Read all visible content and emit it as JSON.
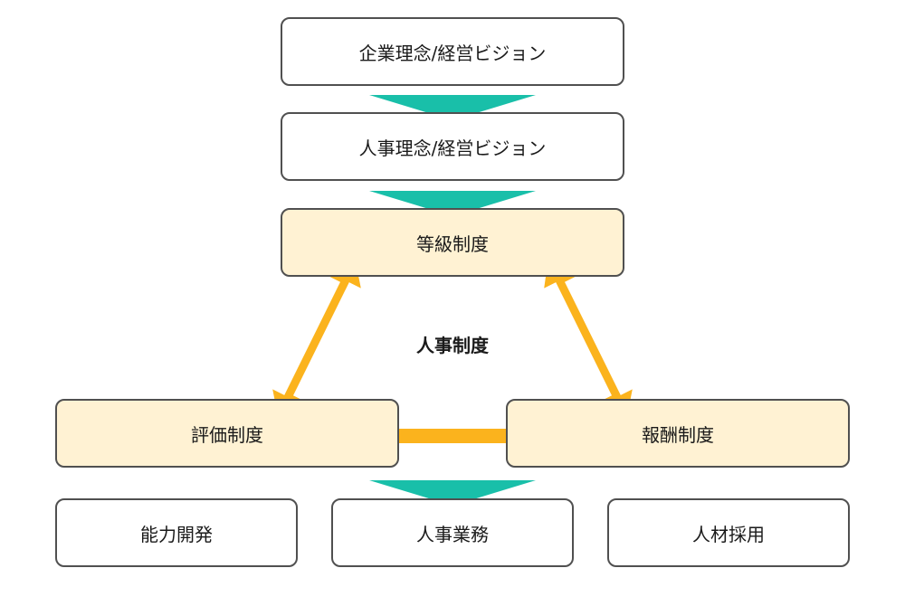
{
  "diagram": {
    "boxes": {
      "corporate_philosophy": "企業理念/経営ビジョン",
      "hr_philosophy": "人事理念/経営ビジョン",
      "grade_system": "等級制度",
      "evaluation_system": "評価制度",
      "compensation_system": "報酬制度",
      "capability_development": "能力開発",
      "hr_operations": "人事業務",
      "recruitment": "人材採用"
    },
    "center_label": "人事制度",
    "colors": {
      "box_border": "#505050",
      "core_fill": "#fff2d3",
      "flow_arrow": "#19bfa9",
      "relation_arrow": "#fbb31d"
    }
  }
}
